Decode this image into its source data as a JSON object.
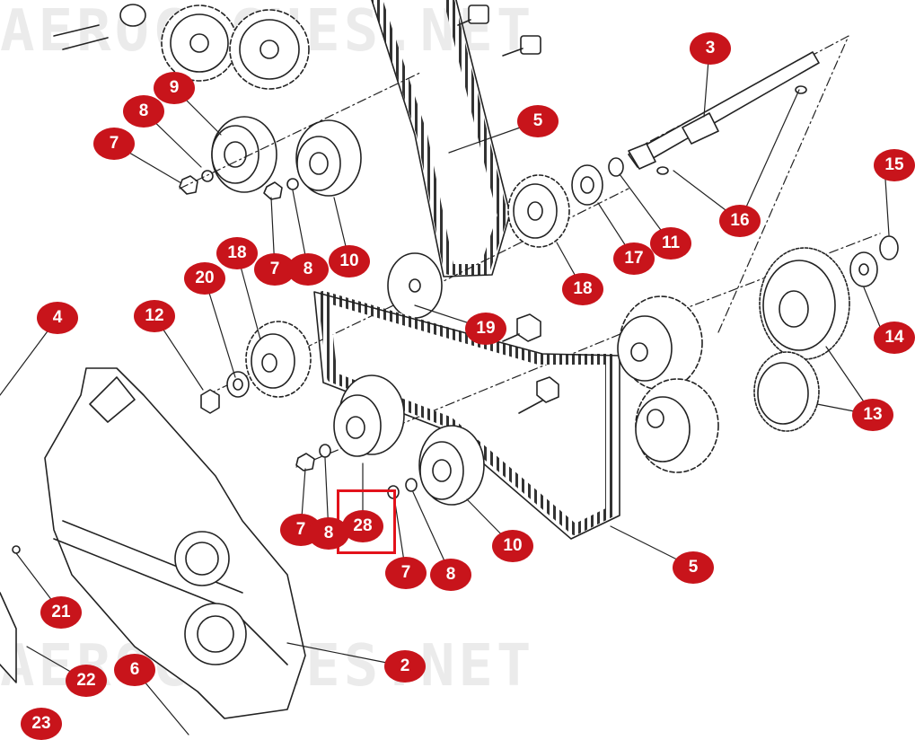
{
  "watermark": "AEROCOCHES.NET",
  "highlighted_callout": "28",
  "colors": {
    "callout_fill": "#c8141b",
    "callout_text": "#ffffff",
    "highlight": "#e3121b",
    "line_art": "#222222"
  },
  "callouts": [
    {
      "id": "c-9",
      "label": "9"
    },
    {
      "id": "c-8a",
      "label": "8"
    },
    {
      "id": "c-7a",
      "label": "7"
    },
    {
      "id": "c-3",
      "label": "3"
    },
    {
      "id": "c-5a",
      "label": "5"
    },
    {
      "id": "c-15",
      "label": "15"
    },
    {
      "id": "c-16",
      "label": "16"
    },
    {
      "id": "c-17",
      "label": "17"
    },
    {
      "id": "c-11",
      "label": "11"
    },
    {
      "id": "c-18a",
      "label": "18"
    },
    {
      "id": "c-20",
      "label": "20"
    },
    {
      "id": "c-7b",
      "label": "7"
    },
    {
      "id": "c-8b",
      "label": "8"
    },
    {
      "id": "c-10a",
      "label": "10"
    },
    {
      "id": "c-18b",
      "label": "18"
    },
    {
      "id": "c-4",
      "label": "4"
    },
    {
      "id": "c-12",
      "label": "12"
    },
    {
      "id": "c-19",
      "label": "19"
    },
    {
      "id": "c-14",
      "label": "14"
    },
    {
      "id": "c-13",
      "label": "13"
    },
    {
      "id": "c-7c",
      "label": "7"
    },
    {
      "id": "c-8c",
      "label": "8"
    },
    {
      "id": "c-28",
      "label": "28"
    },
    {
      "id": "c-10b",
      "label": "10"
    },
    {
      "id": "c-5b",
      "label": "5"
    },
    {
      "id": "c-7d",
      "label": "7"
    },
    {
      "id": "c-8d",
      "label": "8"
    },
    {
      "id": "c-21",
      "label": "21"
    },
    {
      "id": "c-2",
      "label": "2"
    },
    {
      "id": "c-22",
      "label": "22"
    },
    {
      "id": "c-6",
      "label": "6"
    },
    {
      "id": "c-23",
      "label": "23"
    }
  ]
}
